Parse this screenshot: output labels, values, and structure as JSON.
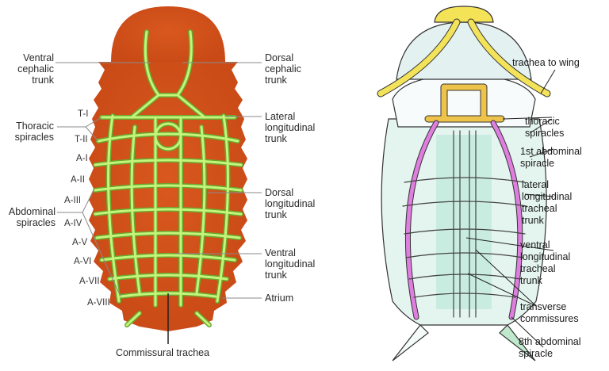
{
  "left_diagram": {
    "title": "Insect tracheal system (ventral view)",
    "colors": {
      "body": "#d4551f",
      "trachea": "#b8f26a",
      "trachea_outline": "#6aa82e",
      "leader": "#888888"
    },
    "labels_left": [
      {
        "id": "ventral-cephalic-trunk",
        "text": "Ventral\ncephalic\ntrunk"
      },
      {
        "id": "thoracic-spiracles",
        "text": "Thoracic\nspiracles"
      },
      {
        "id": "abdominal-spiracles",
        "text": "Abdominal\nspiracles"
      }
    ],
    "labels_right": [
      {
        "id": "dorsal-cephalic-trunk",
        "text": "Dorsal\ncephalic\ntrunk"
      },
      {
        "id": "lateral-longitudinal-trunk",
        "text": "Lateral\nlongitudinal\ntrunk"
      },
      {
        "id": "dorsal-longitudinal-trunk",
        "text": "Dorsal\nlongitudinal\ntrunk"
      },
      {
        "id": "ventral-longitudinal-trunk",
        "text": "Ventral\nlongitudinal\ntrunk"
      },
      {
        "id": "atrium",
        "text": "Atrium"
      }
    ],
    "bottom_label": "Commissural trachea",
    "segments": [
      "T-I",
      "T-II",
      "A-I",
      "A-II",
      "A-III",
      "A-IV",
      "A-V",
      "A-VI",
      "A-VII",
      "A-VIII"
    ]
  },
  "right_diagram": {
    "title": "Cockroach tracheal system",
    "colors": {
      "head_trachea": "#f3e04a",
      "thoracic_trachea": "#eec34a",
      "abdominal_trachea": "#e07ee0",
      "body_tint": "#d6efe8",
      "outline": "#333333"
    },
    "labels": [
      {
        "id": "trachea-to-wing",
        "text": "trachea to wing"
      },
      {
        "id": "thoracic-spiracles",
        "text": "thoracic\nspiracles"
      },
      {
        "id": "first-abdominal-spiracle",
        "text": "1st abdominal\nspiracle"
      },
      {
        "id": "lateral-longitudinal-tracheal-trunk",
        "text": "lateral\nlongitudinal\ntracheal\ntrunk"
      },
      {
        "id": "ventral-longitudinal-tracheal-trunk",
        "text": "ventral\nlongitudinal\ntracheal\ntrunk"
      },
      {
        "id": "transverse-commissures",
        "text": "transverse\ncommissures"
      },
      {
        "id": "eighth-abdominal-spiracle",
        "text": "8th abdominal\nspiracle"
      }
    ]
  }
}
